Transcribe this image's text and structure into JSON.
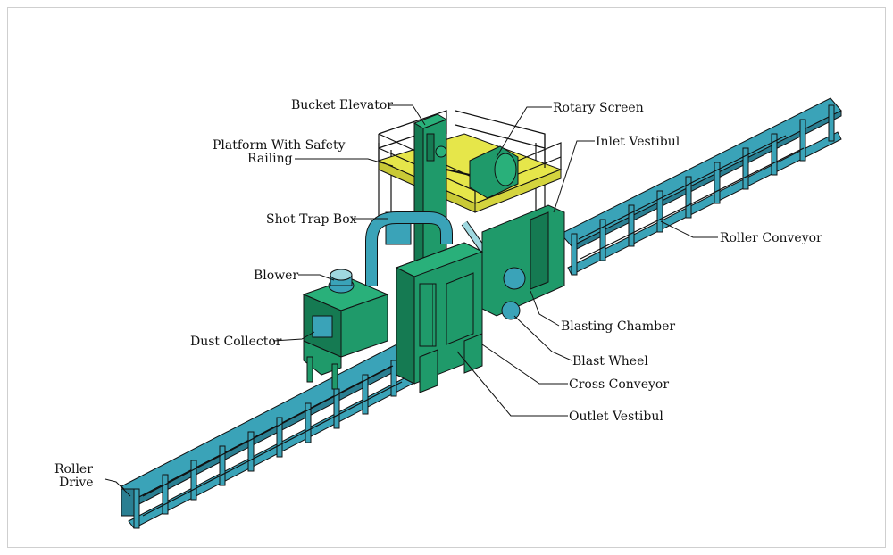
{
  "labels": {
    "bucket_elevator": "Bucket Elevator",
    "rotary_screen": "Rotary Screen",
    "platform_line1": "Platform With Safety",
    "platform_line2": "Railing",
    "inlet_vestibul": "Inlet Vestibul",
    "shot_trap_box": "Shot Trap Box",
    "roller_conveyor": "Roller Conveyor",
    "blower": "Blower",
    "blasting_chamber": "Blasting Chamber",
    "dust_collector": "Dust Collector",
    "blast_wheel": "Blast Wheel",
    "cross_conveyor": "Cross Conveyor",
    "outlet_vestibul": "Outlet Vestibul",
    "roller_drive_line1": "Roller",
    "roller_drive_line2": "Drive"
  },
  "colors": {
    "machine_green": "#1f9a6a",
    "machine_green_dark": "#157a52",
    "conveyor_steel": "#3aa3b8",
    "platform_yellow": "#e6e64a",
    "outline": "#111111"
  }
}
